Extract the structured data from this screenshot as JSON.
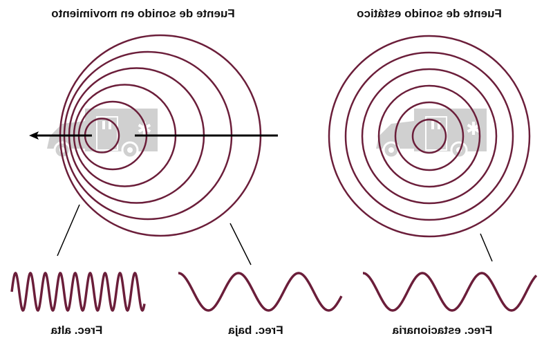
{
  "titles": {
    "moving": "Fuente de sonido en movimiento",
    "static": "Fuente de sonido estático"
  },
  "labels": {
    "high": "Frec. alta",
    "low": "Frec. baja",
    "stationary": "Frec. estacionaria"
  },
  "colors": {
    "wave": "#6b1e3a",
    "ambulance": "#d0d0d0",
    "line": "#000000"
  },
  "mirrored": true
}
